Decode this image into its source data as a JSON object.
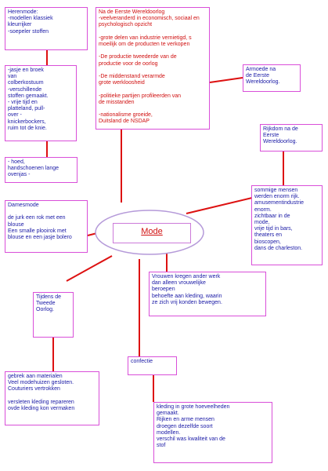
{
  "center": {
    "title": "Mode"
  },
  "boxes": {
    "herenmode": "Herenmode:\n-modellen klassiek\nkleurrijker\n-soepeler stoffen",
    "jasje": "-jasje en broek\nvan\ncolberkostuum\n-verschillende\nstoffen gemaakt.\n- vrije tijd en\nplatteland, pull-\nover -\nknickerbockers,\nruim tot de knie.",
    "hoed": "- hoed,\nhandschoenen lange\novenjas -",
    "eerste_wo": "Na de Eerste Wereldoorlog\n-veelveranderd in economisch, sociaal en\npsychologisch opzicht\n\n-grote delen van industrie vernietigd, s\nmoeilijk om de producten te verkopen\n\n-De productie tweederde van de\nproductie voor de oorlog\n\n-De middenstand verarmde\ngrote werkloosheid\n\n-politieke partijen profileerden van\nde misstanden\n\n-nationalisme groeide,\n Duitsland de NSDAP",
    "armoede": "Armoede na\nde Eerste\nWereldoorlog.",
    "rijkdom": "Rijkdom na de\nEerste\nWereldoorlog.",
    "rijk_mensen": "sommige mensen\nwerden enorm rijk.\namusementindustrie\nenorm.\nzichtbaar in de\nmode,\nvrije tijd in bars,\ntheaters en\nbioscopen,\ndans de charleston.",
    "damesmode": "Damesmode\n\nde jurk een rok met een\nblouse\nEen smalle plooirok met\nblouse en een jasje bolero",
    "vrouwen": "Vrouwen kregen ander werk\ndan alleen vrouwelijke\nberoepen\nbehoefte aan kleding, waarin\nze zich vrij konden bewegen.",
    "tweede_wo": "Tijdens de\nTweede\nOorlog.",
    "gebrek": "gebrek aan materialen\nVeel modehuizen gesloten.\nCouturiers vertrokken\n\nversleten kleding repareren\novde kleding kon vermaken",
    "confectie": "confectie",
    "kleding": "kleding in grote hoeveelheden\ngemaakt.\nRijken en arme mensen\ndroegen dezelfde soort\nmodellen.\n verschil was kwaliteit van de\nstof"
  },
  "colors": {
    "line": "#dd1111",
    "border": "#d94fd9",
    "text_blue": "#1a1aa6",
    "text_red": "#d01010",
    "ellipse": "#b59ad9"
  }
}
